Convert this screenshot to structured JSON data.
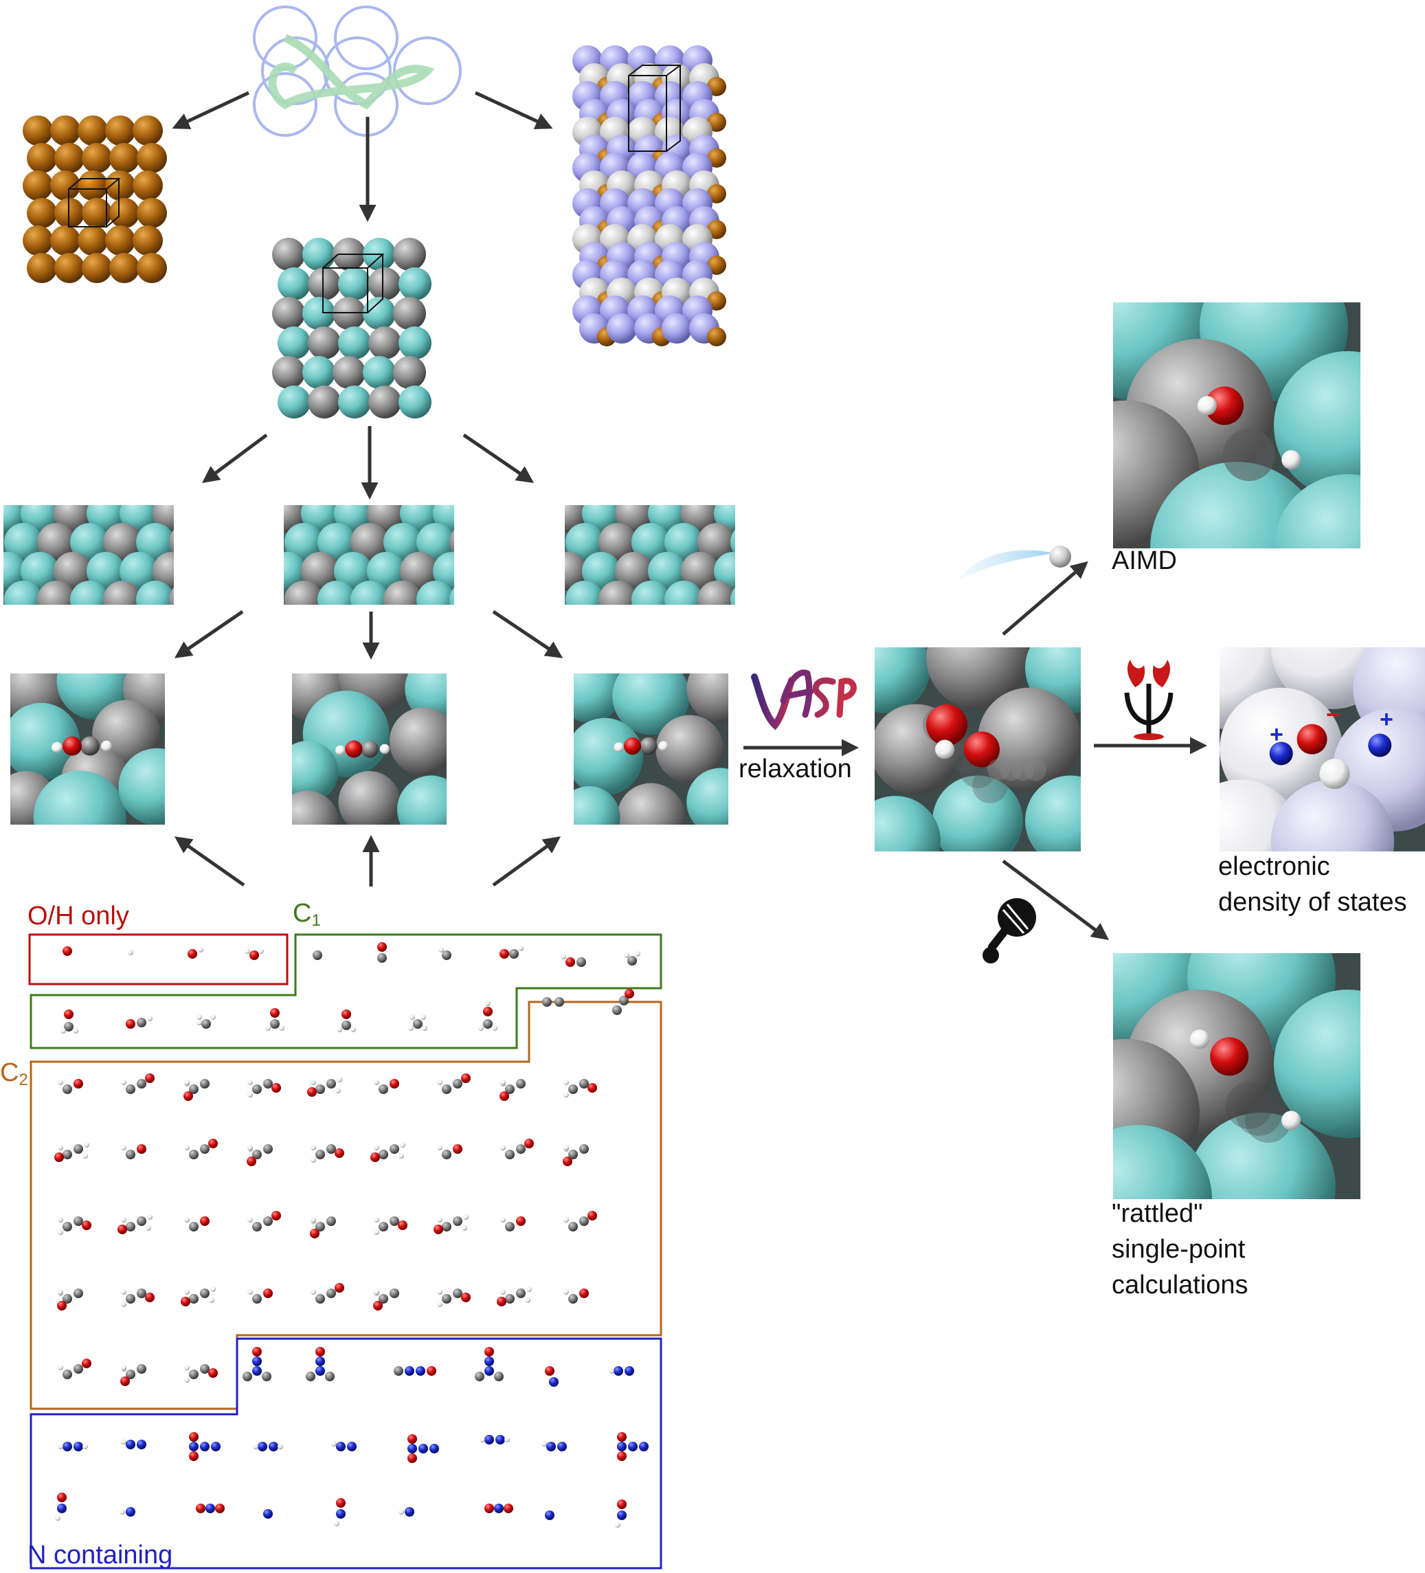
{
  "labels": {
    "relaxation": "relaxation",
    "aimd": "AIMD",
    "dos_line1": "electronic",
    "dos_line2": "density of states",
    "rattled_line1": "\"rattled\"",
    "rattled_line2": "single-point",
    "rattled_line3": "calculations",
    "oh_only": "O/H only",
    "c1_letter": "C",
    "c1_sub": "1",
    "c2_letter": "C",
    "c2_sub": "2",
    "n_containing": "N containing",
    "vasp_logo_text": "VASP",
    "charge_minus": "−",
    "charge_plus": "+"
  },
  "colors": {
    "teal": "#6bc6c4",
    "grey": "#8b8b8b",
    "copper": "#b06a10",
    "lavender": "#a6a6ee",
    "silver": "#cfcfcf",
    "oxygen": "#d11010",
    "hydrogen": "#f2f2f2",
    "carbon": "#7a7a7a",
    "nitrogen": "#1d2fd0",
    "oh_box": "#b80f0f",
    "c1_box": "#3d7a1a",
    "c2_box": "#b8651a",
    "n_box": "#2020c0",
    "arrow": "#333333"
  }
}
